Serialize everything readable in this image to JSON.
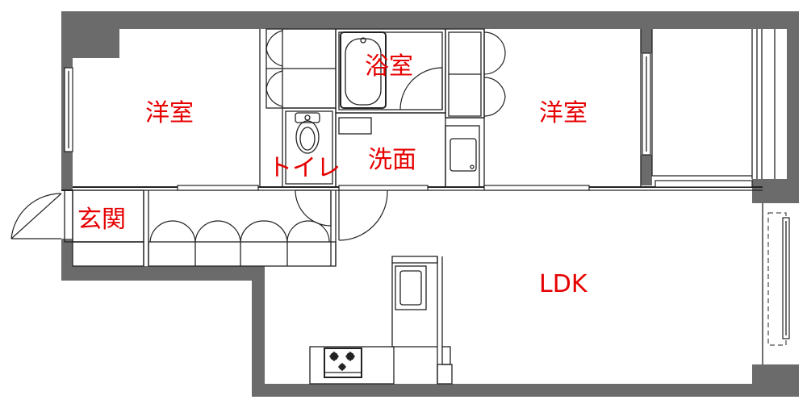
{
  "rooms": {
    "western_left": "洋室",
    "bath": "浴室",
    "western_right": "洋室",
    "washroom": "洗面",
    "toilet": "トイレ",
    "entrance": "玄関",
    "ldk": "LDK"
  },
  "colors": {
    "label": "#e60000",
    "wall": "#6b6b6b",
    "line": "#222222"
  }
}
